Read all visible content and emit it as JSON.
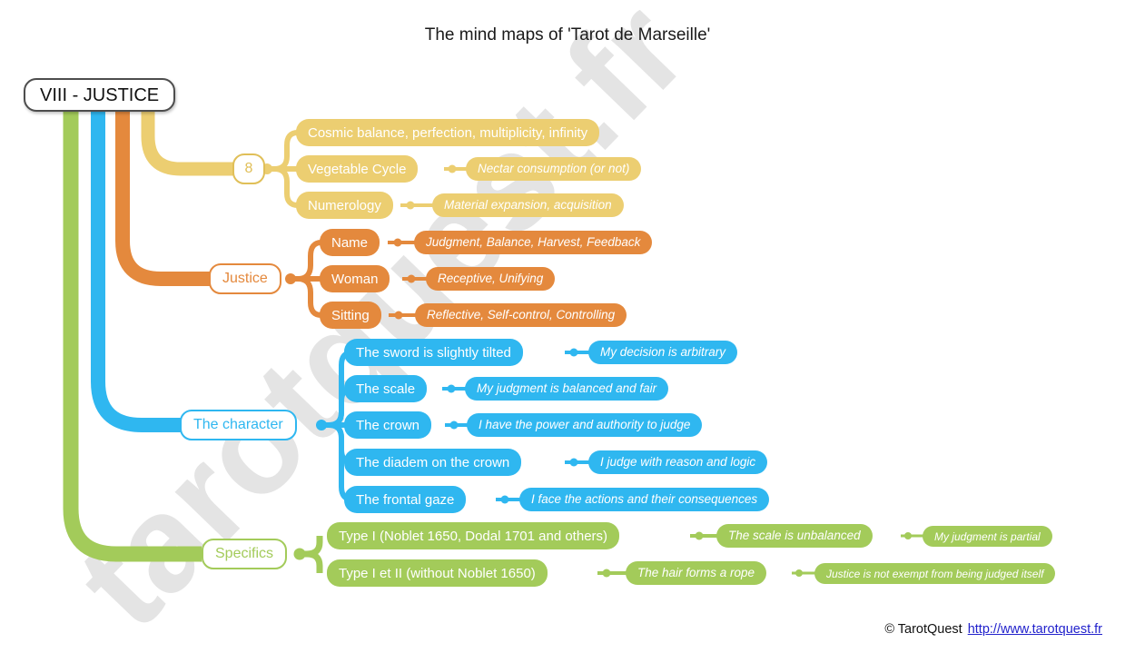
{
  "title": "The mind maps of 'Tarot de Marseille'",
  "watermark": "tarotquest.fr",
  "root": {
    "label": "VIII - JUSTICE"
  },
  "colors": {
    "yellow": "#ecce71",
    "orange": "#e4893d",
    "blue": "#2fb7f0",
    "green": "#a3cb5a",
    "root_border": "#4d4d4d",
    "link": "#2222cc"
  },
  "branches": {
    "yellow": {
      "hub_label": "8",
      "children": [
        {
          "label": "Cosmic balance, perfection, multiplicity, infinity",
          "leaf": null
        },
        {
          "label": "Vegetable Cycle",
          "leaf": "Nectar consumption (or not)"
        },
        {
          "label": "Numerology",
          "leaf": "Material expansion, acquisition"
        }
      ]
    },
    "orange": {
      "hub_label": "Justice",
      "children": [
        {
          "label": "Name",
          "leaf": "Judgment, Balance, Harvest, Feedback"
        },
        {
          "label": "Woman",
          "leaf": "Receptive, Unifying"
        },
        {
          "label": "Sitting",
          "leaf": "Reflective, Self-control, Controlling"
        }
      ]
    },
    "blue": {
      "hub_label": "The character",
      "children": [
        {
          "label": "The sword is slightly tilted",
          "leaf": "My decision is arbitrary"
        },
        {
          "label": "The scale",
          "leaf": "My judgment is balanced and fair"
        },
        {
          "label": "The crown",
          "leaf": "I have the power and authority to judge"
        },
        {
          "label": "The diadem on the crown",
          "leaf": "I judge with reason and logic"
        },
        {
          "label": "The frontal gaze",
          "leaf": "I face the actions and their consequences"
        }
      ]
    },
    "green": {
      "hub_label": "Specifics",
      "children": [
        {
          "label": "Type I (Noblet 1650, Dodal 1701 and others)",
          "leaf": "The scale is unbalanced",
          "leaf2": "My judgment is partial"
        },
        {
          "label": "Type I et II (without Noblet 1650)",
          "leaf": "The hair forms a rope",
          "leaf2": "Justice is not exempt from being judged itself"
        }
      ]
    }
  },
  "footer": {
    "copyright": "© TarotQuest",
    "url": "http://www.tarotquest.fr"
  }
}
